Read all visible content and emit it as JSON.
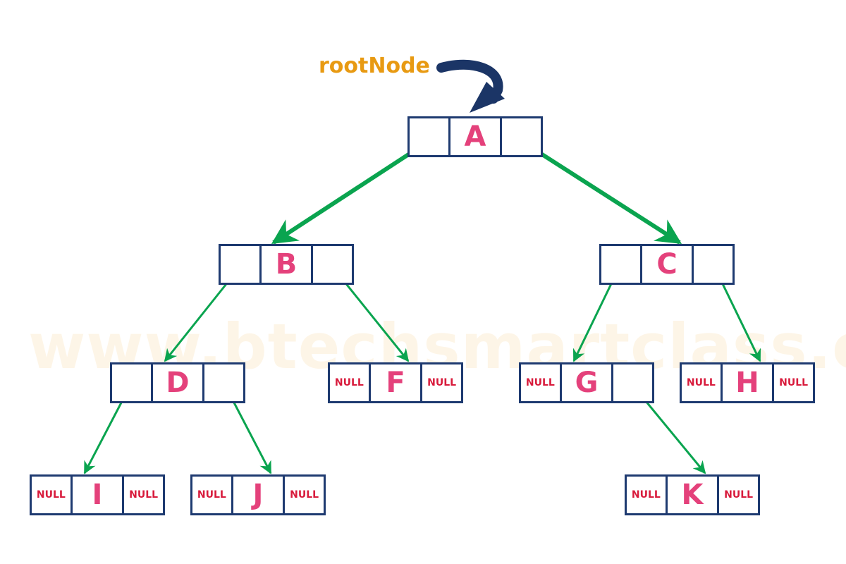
{
  "watermark": "www.btechsmartclass.com",
  "root_label": "rootNode",
  "colors": {
    "edge": "#0aa44f",
    "node_border": "#1e3a70",
    "key_text": "#e4417b",
    "null_text": "#d81b3c",
    "root_label": "#e89a12",
    "root_arrow": "#1b3566"
  },
  "null_text": "NULL",
  "nodes": [
    {
      "key": "A",
      "left": "",
      "right": ""
    },
    {
      "key": "B",
      "left": "",
      "right": ""
    },
    {
      "key": "C",
      "left": "",
      "right": ""
    },
    {
      "key": "D",
      "left": "",
      "right": ""
    },
    {
      "key": "F",
      "left": "NULL",
      "right": "NULL"
    },
    {
      "key": "G",
      "left": "NULL",
      "right": ""
    },
    {
      "key": "H",
      "left": "NULL",
      "right": "NULL"
    },
    {
      "key": "I",
      "left": "NULL",
      "right": "NULL"
    },
    {
      "key": "J",
      "left": "NULL",
      "right": "NULL"
    },
    {
      "key": "K",
      "left": "NULL",
      "right": "NULL"
    }
  ],
  "edges": [
    {
      "from": "A",
      "to": "B"
    },
    {
      "from": "A",
      "to": "C"
    },
    {
      "from": "B",
      "to": "D"
    },
    {
      "from": "B",
      "to": "F"
    },
    {
      "from": "C",
      "to": "G"
    },
    {
      "from": "C",
      "to": "H"
    },
    {
      "from": "D",
      "to": "I"
    },
    {
      "from": "D",
      "to": "J"
    },
    {
      "from": "G",
      "to": "K"
    }
  ]
}
